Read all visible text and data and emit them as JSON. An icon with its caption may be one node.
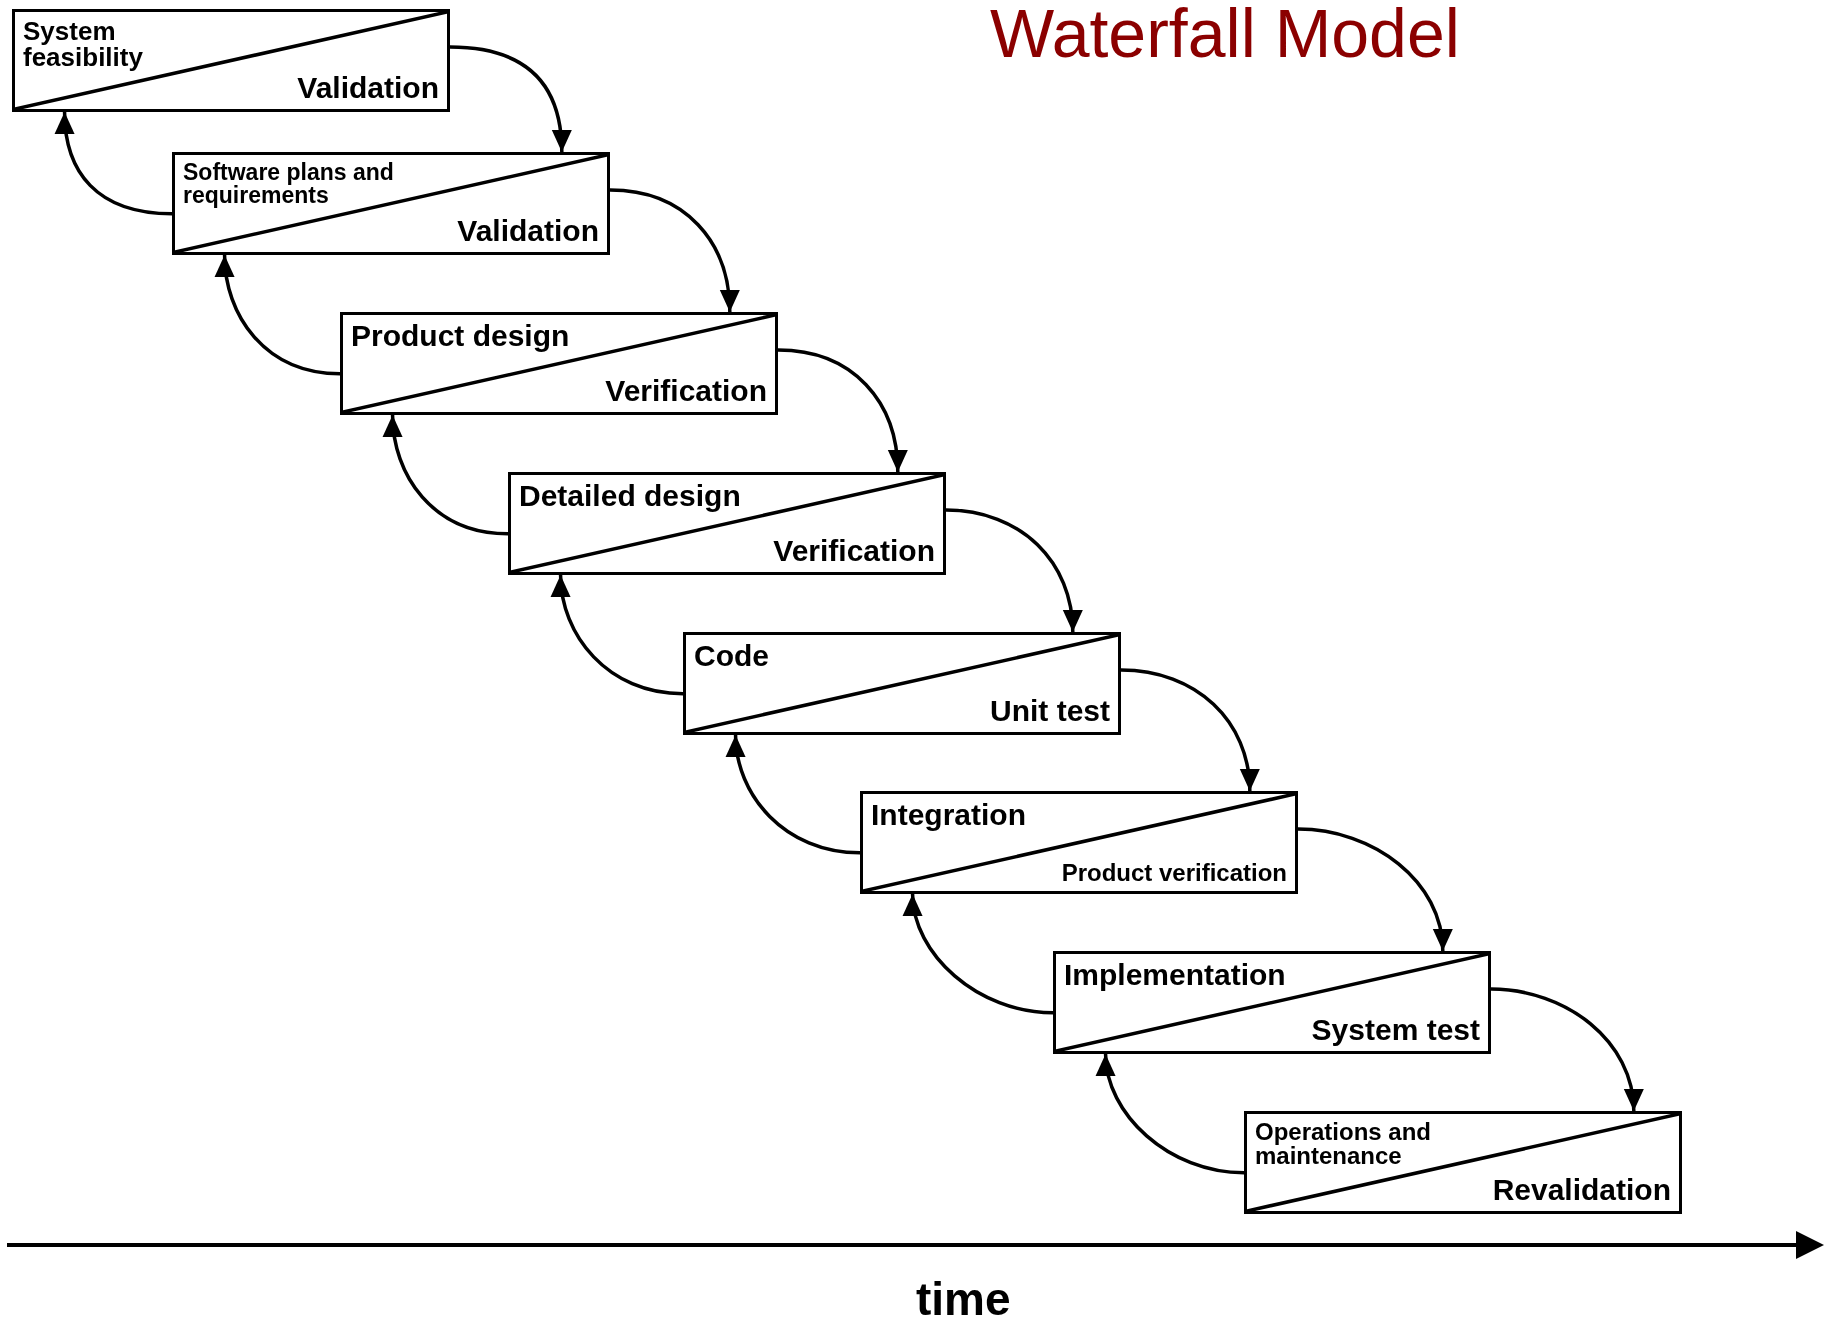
{
  "diagram": {
    "title": "Waterfall Model",
    "nodes": [
      {
        "text": [
          "System feasibility",
          "Validation"
        ]
      },
      {
        "text": [
          "Software plans and requirements",
          "Validation"
        ]
      },
      {
        "text": [
          "Product design",
          "Verification"
        ]
      },
      {
        "text": [
          "Detailed design",
          "Verification"
        ]
      },
      {
        "text": [
          "Code",
          "Unit test"
        ]
      },
      {
        "text": [
          "Integration",
          "Product verification"
        ]
      },
      {
        "text": [
          "Implementation",
          "System test"
        ]
      },
      {
        "text": [
          "Operations and maintenance",
          "Revalidation"
        ]
      }
    ],
    "edges": [
      {
        "from": 0,
        "to": 1,
        "arrow": "to"
      },
      {
        "from": 1,
        "to": 0,
        "arrow": "to"
      },
      {
        "from": 1,
        "to": 2,
        "arrow": "to"
      },
      {
        "from": 2,
        "to": 1,
        "arrow": "to"
      },
      {
        "from": 2,
        "to": 3,
        "arrow": "to"
      },
      {
        "from": 3,
        "to": 2,
        "arrow": "to"
      },
      {
        "from": 3,
        "to": 4,
        "arrow": "to"
      },
      {
        "from": 4,
        "to": 3,
        "arrow": "to"
      },
      {
        "from": 4,
        "to": 5,
        "arrow": "to"
      },
      {
        "from": 5,
        "to": 4,
        "arrow": "to"
      },
      {
        "from": 5,
        "to": 6,
        "arrow": "to"
      },
      {
        "from": 6,
        "to": 5,
        "arrow": "to"
      },
      {
        "from": 6,
        "to": 7,
        "arrow": "to"
      },
      {
        "from": 7,
        "to": 6,
        "arrow": "to"
      }
    ],
    "labels": [
      "time"
    ]
  }
}
